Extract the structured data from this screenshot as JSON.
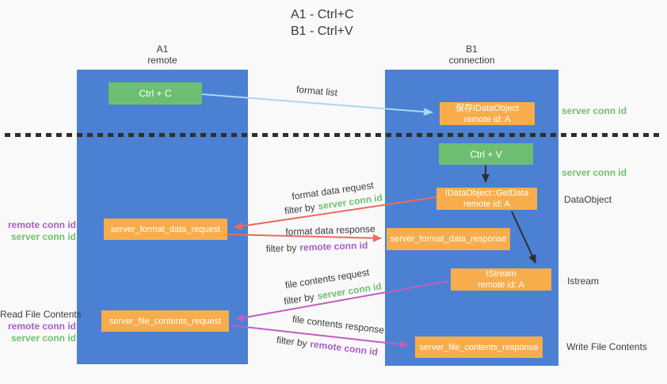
{
  "title": {
    "line1": "A1 - Ctrl+C",
    "line2": "B1 - Ctrl+V"
  },
  "lanes": {
    "a1": {
      "name": "A1",
      "subtitle": "remote"
    },
    "b1": {
      "name": "B1",
      "subtitle": "connection"
    }
  },
  "boxes": {
    "ctrl_c": {
      "label": "Ctrl + C"
    },
    "ctrl_v": {
      "label": "Ctrl + V"
    },
    "save_dataobject": {
      "line1": "保存IDataObject",
      "line2": "remote id: A"
    },
    "getdata": {
      "line1": "IDataObject::GetData",
      "line2": "remote id: A"
    },
    "istream": {
      "line1": "IStream",
      "line2": "remote id: A"
    },
    "format_request": {
      "label": "server_format_data_request"
    },
    "format_response": {
      "label": "server_format_data_response"
    },
    "file_request": {
      "label": "server_file_contents_request"
    },
    "file_response": {
      "label": "server_file_contents_response"
    }
  },
  "arrow_labels": {
    "format_list": "format list",
    "format_data_request": "format data request",
    "format_data_response": "format data response",
    "file_contents_request": "file contents request",
    "file_contents_response": "file contents response",
    "filter_by": "filter by",
    "server_conn_id": "server conn id",
    "remote_conn_id": "remote conn id"
  },
  "side_labels": {
    "left_top": {
      "remote": "remote conn id",
      "server": "server conn id"
    },
    "left_bottom": {
      "title": "Read File Contents",
      "remote": "remote conn id",
      "server": "server conn id"
    },
    "right": {
      "server_conn_id_top": "server conn id",
      "server_conn_id_mid": "server conn id",
      "dataobject": "DataObject",
      "istream": "Istream",
      "write_file_contents": "Write File Contents"
    }
  },
  "colors": {
    "lane_blue": "#4c80d3",
    "box_green": "#6ebe72",
    "box_orange": "#f8ad4c",
    "arrow_light_blue": "#aad7f2",
    "arrow_red": "#ee6a5f",
    "arrow_magenta": "#bf5fbf",
    "arrow_black": "#2e2e2e",
    "text_green": "#6fc06f",
    "text_purple": "#a85cc8",
    "text_dark": "#3b3b3b"
  }
}
